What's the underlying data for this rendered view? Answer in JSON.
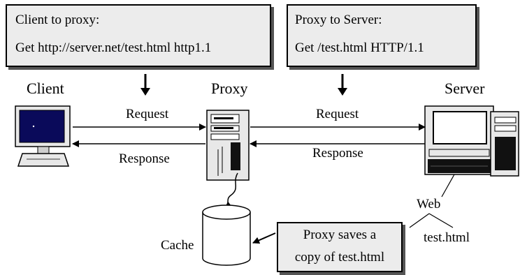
{
  "request_boxes": {
    "client_to_proxy": {
      "title": "Client to proxy:",
      "line": "Get http://server.net/test.html http1.1"
    },
    "proxy_to_server": {
      "title": "Proxy to Server:",
      "line": "Get /test.html HTTP/1.1"
    }
  },
  "nodes": {
    "client": "Client",
    "proxy": "Proxy",
    "server": "Server",
    "cache": "Cache"
  },
  "arrows": {
    "client_request": "Request",
    "client_response": "Response",
    "server_request": "Request",
    "server_response": "Response"
  },
  "server_tree": {
    "root": "Web",
    "child": "test.html"
  },
  "cache_note": {
    "line1": "Proxy saves a",
    "line2": "copy of test.html"
  },
  "colors": {
    "box_fill": "#ececec",
    "monitor_screen": "#0a0a5a",
    "server_screen": "#ffffff",
    "device_body": "#e8e8e8"
  }
}
